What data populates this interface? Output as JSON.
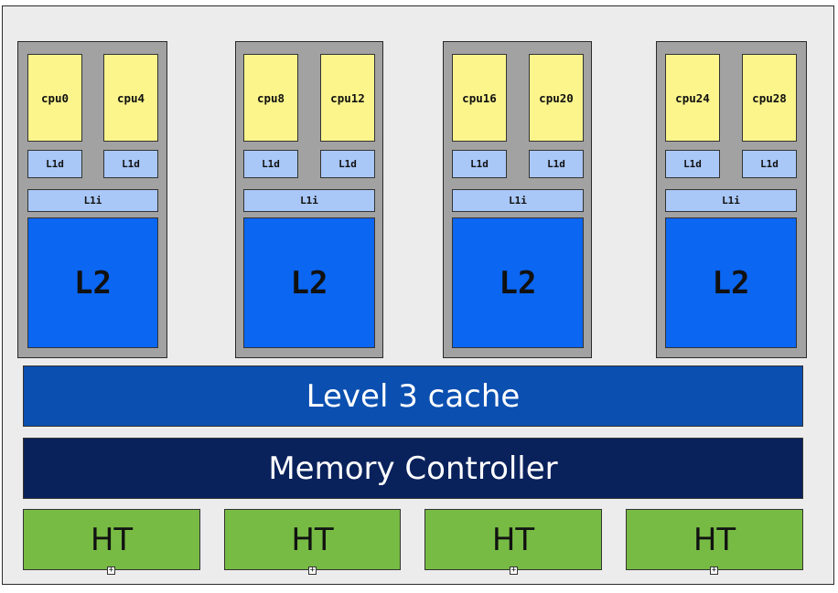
{
  "cores": [
    {
      "cpus": [
        "cpu0",
        "cpu4"
      ],
      "l1d": [
        "L1d",
        "L1d"
      ],
      "l1i": "L1i",
      "l2": "L2"
    },
    {
      "cpus": [
        "cpu8",
        "cpu12"
      ],
      "l1d": [
        "L1d",
        "L1d"
      ],
      "l1i": "L1i",
      "l2": "L2"
    },
    {
      "cpus": [
        "cpu16",
        "cpu20"
      ],
      "l1d": [
        "L1d",
        "L1d"
      ],
      "l1i": "L1i",
      "l2": "L2"
    },
    {
      "cpus": [
        "cpu24",
        "cpu28"
      ],
      "l1d": [
        "L1d",
        "L1d"
      ],
      "l1i": "L1i",
      "l2": "L2"
    }
  ],
  "l3": "Level 3 cache",
  "memory_controller": "Memory Controller",
  "ht_links": [
    "HT",
    "HT",
    "HT",
    "HT"
  ],
  "colors": {
    "cpu": "#fbf58c",
    "l1": "#a9c7f7",
    "l2": "#0b66f2",
    "l3": "#0b4fb0",
    "memory_controller": "#0a225c",
    "ht": "#77bb44",
    "core_frame": "#a2a2a2"
  }
}
